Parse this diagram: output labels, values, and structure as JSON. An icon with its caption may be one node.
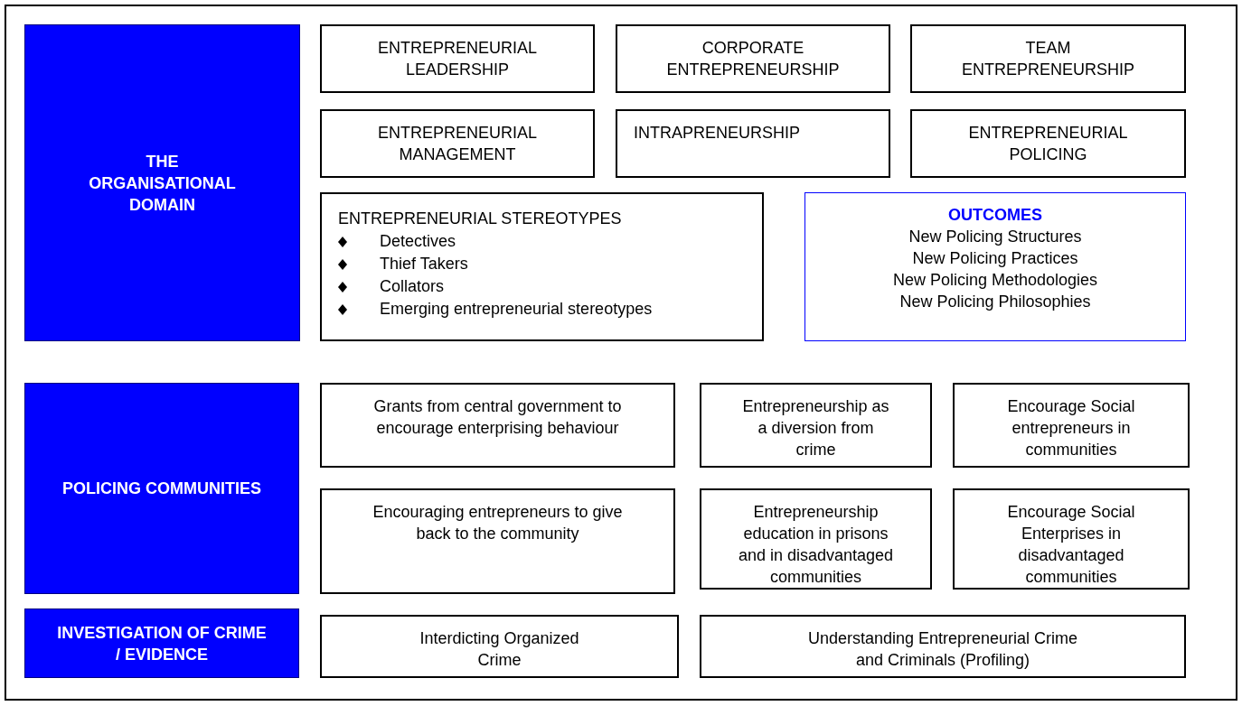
{
  "diagram": {
    "nodes": [
      {
        "text": [
          "THE ORGANISATIONAL DOMAIN"
        ]
      },
      {
        "text": [
          "ENTREPRENEURIAL LEADERSHIP"
        ]
      },
      {
        "text": [
          "CORPORATE ENTREPRENEURSHIP"
        ]
      },
      {
        "text": [
          "TEAM ENTREPRENEURSHIP"
        ]
      },
      {
        "text": [
          "ENTREPRENEURIAL MANAGEMENT"
        ]
      },
      {
        "text": [
          "INTRAPRENEURSHIP"
        ]
      },
      {
        "text": [
          "ENTREPRENEURIAL POLICING"
        ]
      },
      {
        "text": [
          "ENTREPRENEURIAL STEREOTYPES",
          "Detectives",
          "Thief Takers",
          "Collators",
          "Emerging entrepreneurial stereotypes"
        ]
      },
      {
        "text": [
          "OUTCOMES",
          "New Policing Structures",
          "New Policing Practices",
          "New Policing Methodologies",
          "New Policing Philosophies"
        ]
      },
      {
        "text": [
          "POLICING COMMUNITIES"
        ]
      },
      {
        "text": [
          "Grants from central government to encourage enterprising behaviour"
        ]
      },
      {
        "text": [
          "Entrepreneurship as a diversion from crime"
        ]
      },
      {
        "text": [
          "Encourage Social entrepreneurs in communities"
        ]
      },
      {
        "text": [
          "Encouraging entrepreneurs to give back to the community"
        ]
      },
      {
        "text": [
          "Entrepreneurship education in prisons and in disadvantaged communities"
        ]
      },
      {
        "text": [
          "Encourage Social Enterprises in disadvantaged communities"
        ]
      },
      {
        "text": [
          "INVESTIGATION OF CRIME / EVIDENCE"
        ]
      },
      {
        "text": [
          "Interdicting Organized Crime"
        ]
      },
      {
        "text": [
          "Understanding Entrepreneurial Crime and Criminals (Profiling)"
        ]
      }
    ]
  }
}
